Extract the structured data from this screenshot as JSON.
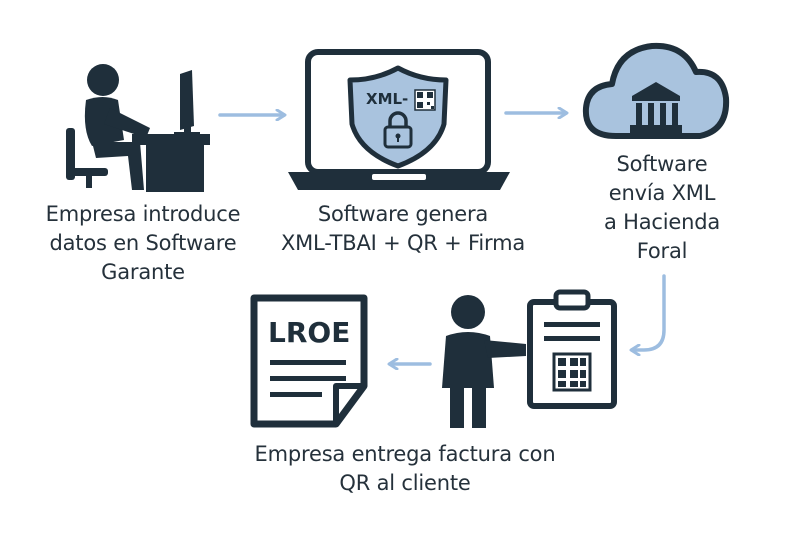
{
  "diagram": {
    "steps": [
      {
        "id": "step1",
        "lines": [
          "Empresa introduce",
          "datos en Software",
          "Garante"
        ],
        "icon": "person-at-computer-icon"
      },
      {
        "id": "step2",
        "lines": [
          "Software genera",
          "XML-TBAI + QR + Firma"
        ],
        "icon": "laptop-shield-icon"
      },
      {
        "id": "step3",
        "lines": [
          "Software",
          "envía XML",
          "a Hacienda",
          "Foral"
        ],
        "icon": "cloud-government-icon"
      },
      {
        "id": "step4",
        "lines": [
          "Empresa entrega factura con",
          "QR al cliente"
        ],
        "icon": "person-presenting-invoice-icon"
      }
    ],
    "shield_text": "XML-",
    "document_text": "LROE",
    "colors": {
      "dark": "#1f2f3b",
      "accent_light": "#a9c3de",
      "arrow": "#9dbde0",
      "white": "#ffffff"
    }
  }
}
